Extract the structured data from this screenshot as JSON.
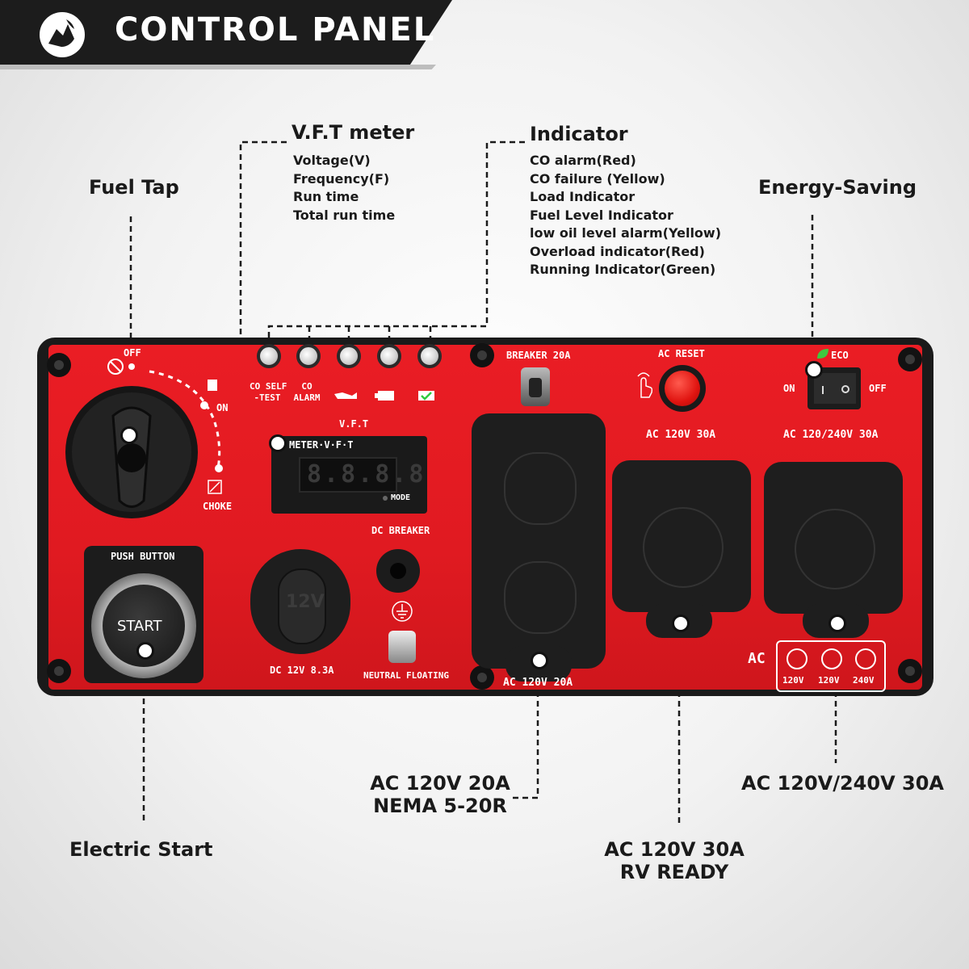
{
  "header": {
    "title": "CONTROL PANEL"
  },
  "callouts": {
    "fuel_tap": "Fuel Tap",
    "vft_meter": {
      "title": "V.F.T meter",
      "items": [
        "Voltage(V)",
        "Frequency(F)",
        "Run time",
        "Total run time"
      ]
    },
    "indicator": {
      "title": "Indicator",
      "items": [
        "CO alarm(Red)",
        "CO failure (Yellow)",
        "Load Indicator",
        "Fuel Level Indicator",
        "low oil level alarm(Yellow)",
        "Overload indicator(Red)",
        "Running Indicator(Green)"
      ]
    },
    "energy_saving": "Energy-Saving",
    "electric_start": "Electric Start",
    "ac_20a": {
      "line1": "AC 120V 20A",
      "line2": "NEMA 5-20R"
    },
    "ac_30a": {
      "line1": "AC 120V 30A",
      "line2": "RV READY"
    },
    "ac_240": "AC 120V/240V 30A"
  },
  "panel": {
    "fuel": {
      "off": "OFF",
      "on": "ON",
      "choke": "CHOKE"
    },
    "indicators": {
      "co_self_test_1": "CO SELF",
      "co_self_test_2": "-TEST",
      "co_alarm_1": "CO",
      "co_alarm_2": "ALARM"
    },
    "vft": {
      "label": "V.F.T",
      "meter": "METER·V·F·T",
      "display": "8.8.8.8",
      "mode": "MODE"
    },
    "dc_breaker": "DC BREAKER",
    "push_button": "PUSH BUTTON",
    "start": "START",
    "dc_socket": {
      "label": "DC 12V 8.3A",
      "cap": "12V"
    },
    "neutral": "NEUTRAL  FLOATING",
    "breaker_20a": "BREAKER 20A",
    "ac_120_20a": "AC 120V 20A",
    "ac_reset": "AC RESET",
    "ac_120_30a": "AC 120V 30A",
    "eco": {
      "eco": "ECO",
      "on": "ON",
      "off": "OFF"
    },
    "ac_120_240_30a": "AC 120/240V 30A",
    "ac_selector": {
      "label": "AC",
      "options": [
        "120V",
        "120V",
        "240V"
      ]
    }
  },
  "colors": {
    "panel_red": "#e31b22",
    "banner": "#1c1c1c",
    "outlet": "#1e1e1e"
  }
}
